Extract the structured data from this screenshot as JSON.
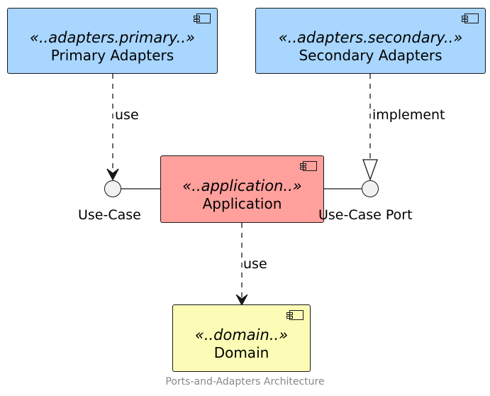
{
  "nodes": {
    "primary": {
      "stereotype": "«..adapters.primary..»",
      "name": "Primary Adapters",
      "color": "#a8d6ff"
    },
    "secondary": {
      "stereotype": "«..adapters.secondary..»",
      "name": "Secondary Adapters",
      "color": "#a8d6ff"
    },
    "application": {
      "stereotype": "«..application..»",
      "name": "Application",
      "color": "#ffa09c"
    },
    "domain": {
      "stereotype": "«..domain..»",
      "name": "Domain",
      "color": "#fcfcb6"
    }
  },
  "interfaces": {
    "use_case": "Use-Case",
    "use_case_port": "Use-Case Port"
  },
  "edges": {
    "primary_to_use_case": "use",
    "secondary_to_port": "implement",
    "application_to_domain": "use"
  },
  "caption": "Ports-and-Adapters Architecture"
}
